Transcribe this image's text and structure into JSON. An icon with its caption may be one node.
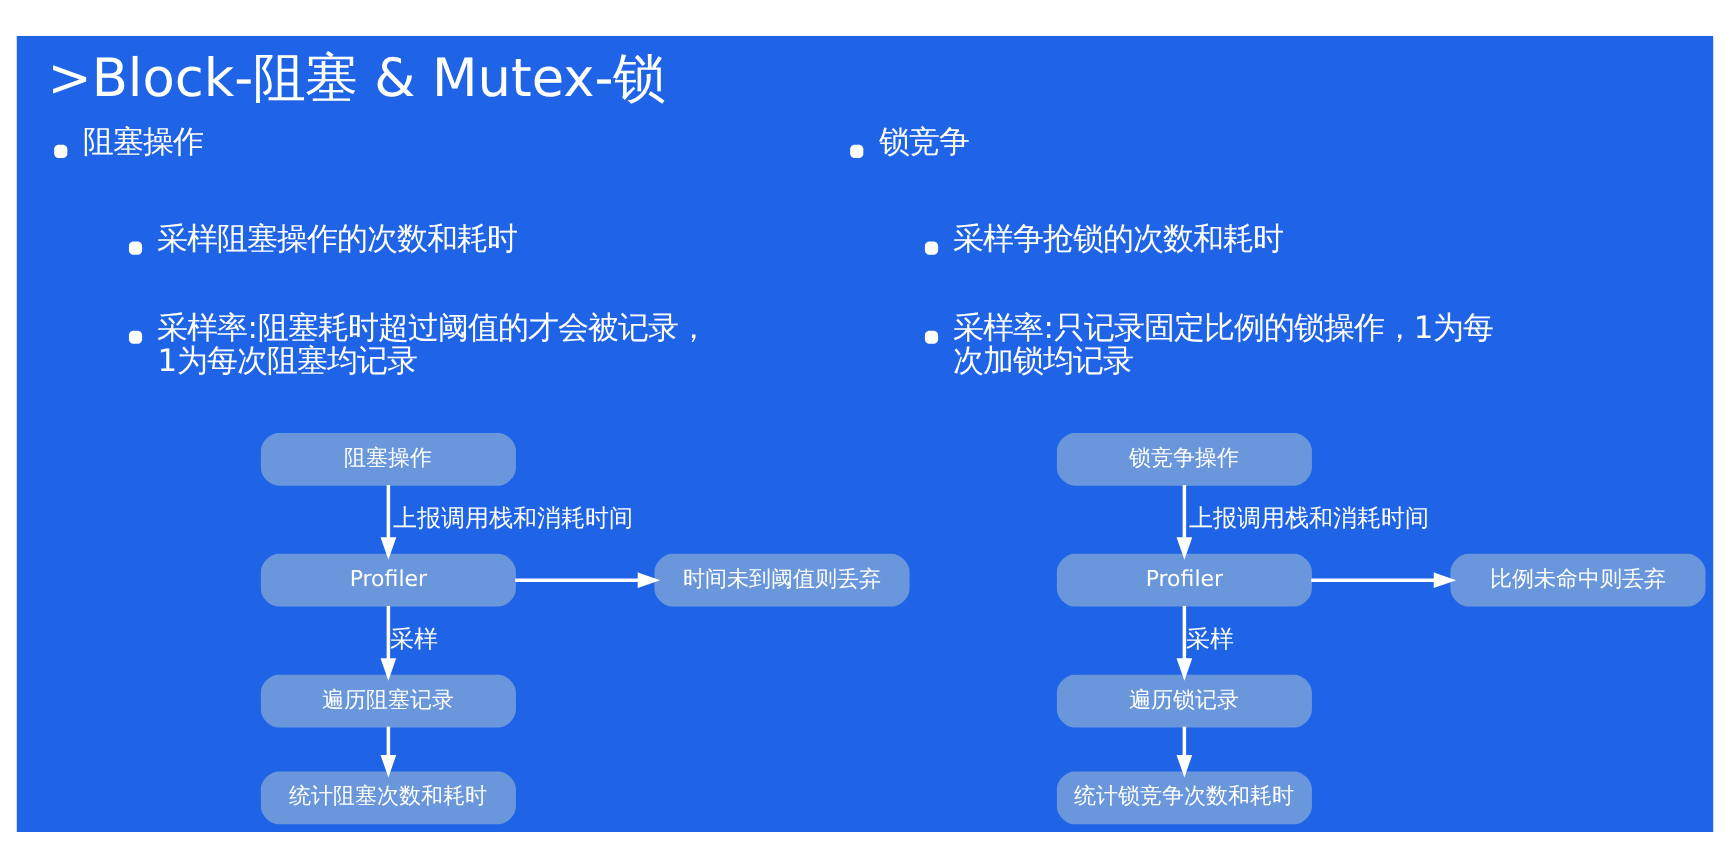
{
  "diagram": {
    "title": ">Block-阻塞 & Mutex-锁",
    "nodes": [
      {
        "text": [
          "阻塞操作"
        ]
      },
      {
        "text": [
          "Profiler"
        ]
      },
      {
        "text": [
          "时间未到阈值则丢弃"
        ]
      },
      {
        "text": [
          "遍历阻塞记录"
        ]
      },
      {
        "text": [
          "统计阻塞次数和耗时"
        ]
      },
      {
        "text": [
          "锁竞争操作"
        ]
      },
      {
        "text": [
          "Profiler"
        ]
      },
      {
        "text": [
          "比例未命中则丢弃"
        ]
      },
      {
        "text": [
          "遍历锁记录"
        ]
      },
      {
        "text": [
          "统计锁竞争次数和耗时"
        ]
      }
    ],
    "edges": [
      {
        "from": 0,
        "to": 1,
        "arrow": "to",
        "label": "上报调用栈和消耗时间"
      },
      {
        "from": 1,
        "to": 2,
        "arrow": "to"
      },
      {
        "from": 1,
        "to": 3,
        "arrow": "to",
        "label": "采样"
      },
      {
        "from": 3,
        "to": 4,
        "arrow": "to"
      },
      {
        "from": 5,
        "to": 6,
        "arrow": "to",
        "label": "上报调用栈和消耗时间"
      },
      {
        "from": 6,
        "to": 7,
        "arrow": "to"
      },
      {
        "from": 6,
        "to": 8,
        "arrow": "to",
        "label": "采样"
      },
      {
        "from": 8,
        "to": 9,
        "arrow": "to"
      }
    ],
    "labels": [
      "阻塞操作",
      "采样阻塞操作的次数和耗时",
      "采样率:阻塞耗时超过阈值的才会被记录，1为每次阻塞均记录",
      "锁竞争",
      "采样争抢锁的次数和耗时",
      "采样率:只记录固定比例的锁操作，1为每次加锁均记录"
    ]
  }
}
